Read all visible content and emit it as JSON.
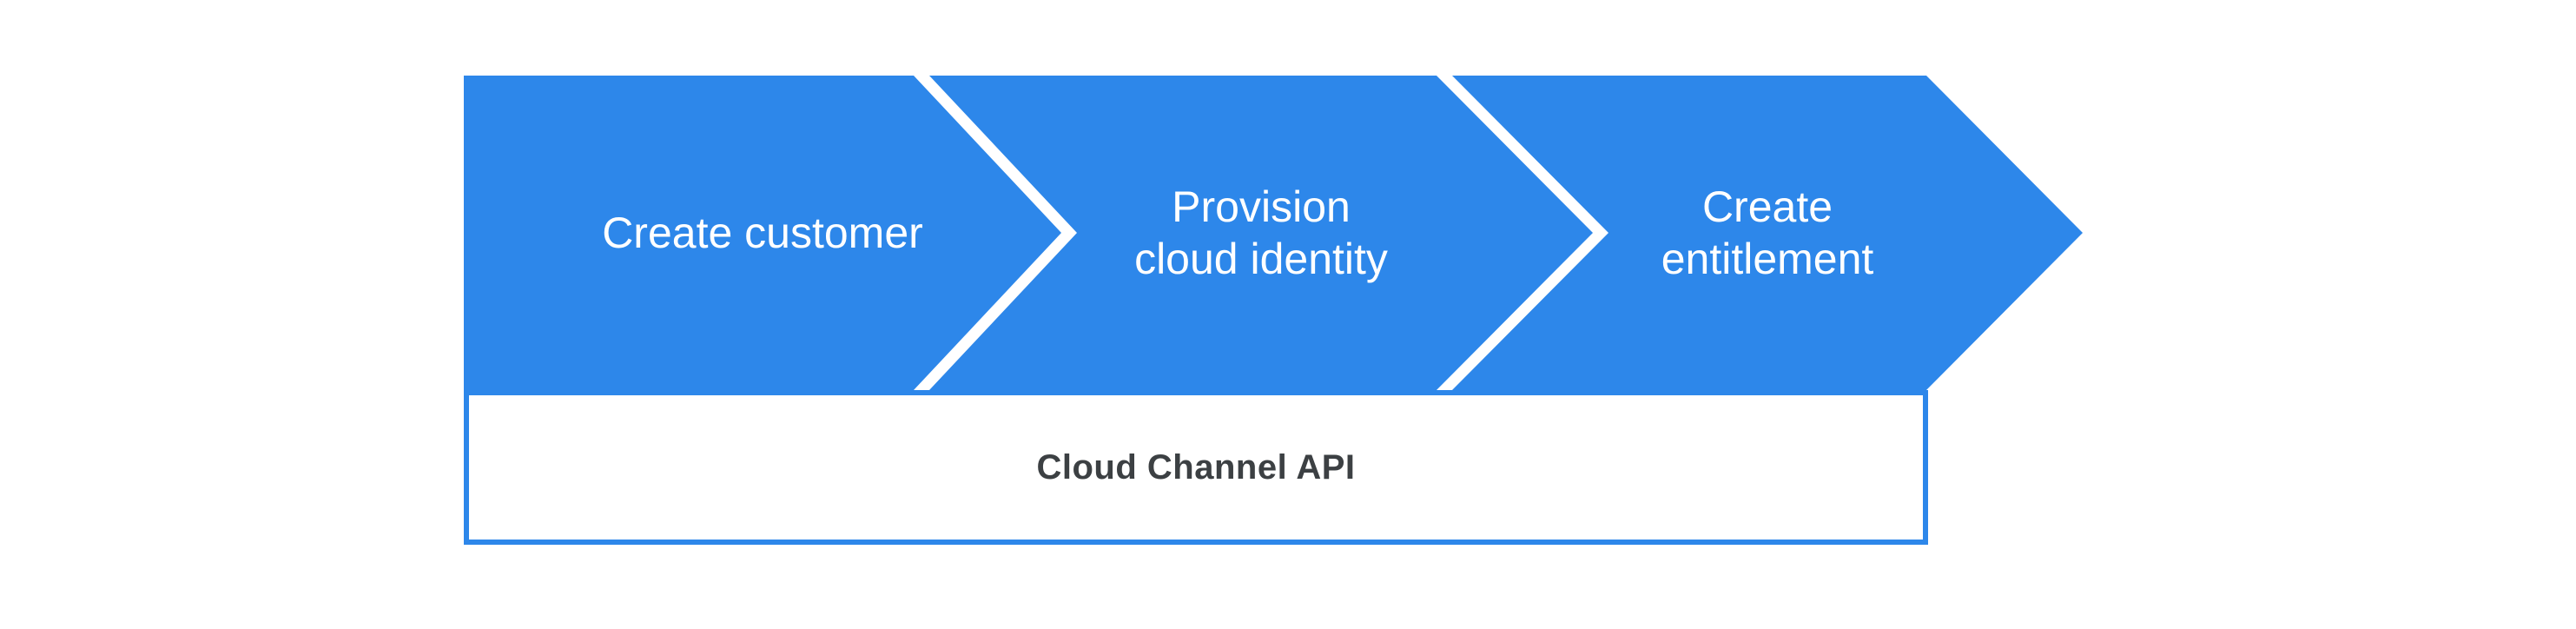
{
  "colors": {
    "arrow_blue": "#2D87EA",
    "api_bar_border_blue": "#2D87EA",
    "step_label_color": "#FFFFFF",
    "api_label_color": "#3C4043",
    "background": "#FFFFFF"
  },
  "steps": [
    {
      "label": "Create customer",
      "lines": [
        "Create customer"
      ]
    },
    {
      "label": "Provision cloud identity",
      "lines": [
        "Provision",
        "cloud identity"
      ]
    },
    {
      "label": "Create entitlement",
      "lines": [
        "Create",
        "entitlement"
      ]
    }
  ],
  "api_bar": {
    "label": "Cloud Channel API"
  }
}
